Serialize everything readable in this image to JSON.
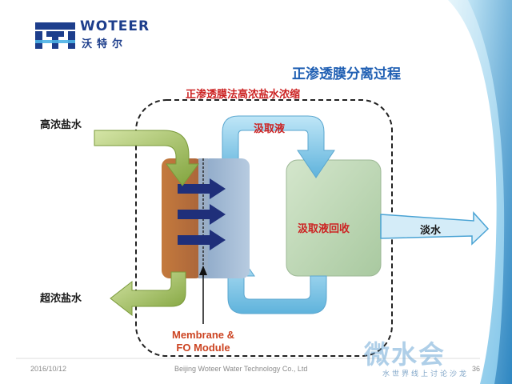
{
  "brand": {
    "name_en": "WOTEER",
    "name_cn": "沃特尔"
  },
  "diagram": {
    "title": "正渗透膜分离过程",
    "subtitle": "正渗透膜法高浓盐水浓缩",
    "labels": {
      "feed_in": "高浓盐水",
      "brine_out": "超浓盐水",
      "draw_solution": "汲取液",
      "draw_recovery": "汲取液回收",
      "fresh_water": "淡水",
      "module_line1": "Membrane &",
      "module_line2": "FO Module"
    }
  },
  "footer": {
    "date": "2016/10/12",
    "company": "Beijing Woteer Water Technology Co., Ltd",
    "page_number": "36"
  },
  "watermark": {
    "text": "微水会",
    "tagline": "水世界线上讨论沙龙"
  },
  "colors": {
    "title_blue": "#1f5fb3",
    "subtitle_red": "#cc2222",
    "brand_navy": "#1d3e8c",
    "feed_green": "#8fb043",
    "draw_blue": "#7fc6e6",
    "recovery_green": "#b9d6ae",
    "membrane_brown": "#c47a3d"
  }
}
